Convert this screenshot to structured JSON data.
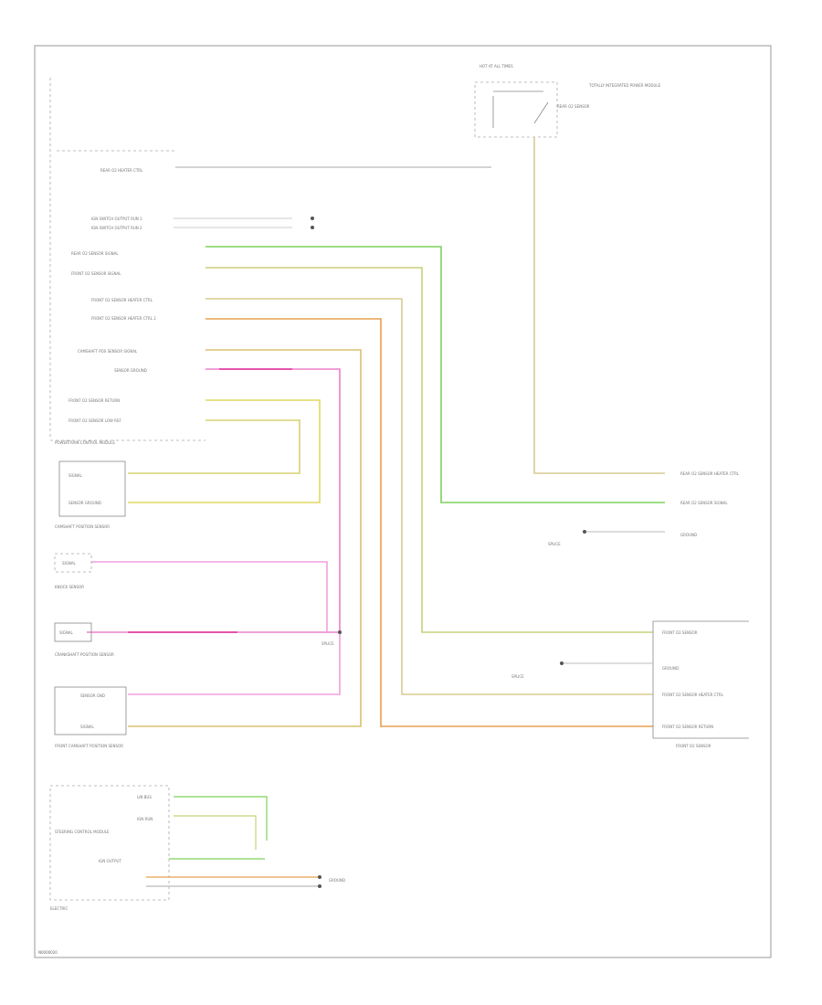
{
  "diagram": {
    "footer_code": "N0000020",
    "colors": {
      "green": "#7ed05a",
      "yellow_green": "#c8d07a",
      "tan": "#d8cc90",
      "orange": "#e8a050",
      "pink": "#ec80c8",
      "magenta": "#e0309a",
      "light_pink": "#f0a0e0",
      "yellow": "#e0d860",
      "grey_wire": "#bbbbbb"
    },
    "left_module": {
      "name": "POWERTRAIN CONTROL MODULE",
      "pins": [
        "REAR O2 HEATER CTRL",
        "IGN SWITCH OUTPUT RUN 1",
        "IGN SWITCH OUTPUT RUN 2",
        "REAR O2 SENSOR SIGNAL",
        "FRONT O2 SENSOR SIGNAL",
        "FRONT O2 SENSOR HEATER CTRL",
        "FRONT O2 SENSOR HEATER CTRL 2",
        "CAMSHAFT POS SENSOR SIGNAL",
        "SENSOR GROUND",
        "FRONT O2 SENSOR RETURN",
        "FRONT O2 SENSOR LOW REF"
      ]
    },
    "top_relay": {
      "name": "HOT AT ALL TIMES",
      "side_label": "TOTALLY INTEGRATED POWER MODULE",
      "label_under": "REAR O2 SENSOR"
    },
    "right_connectors": [
      {
        "label": "REAR O2 SENSOR HEATER CTRL"
      },
      {
        "label": "REAR O2 SENSOR SIGNAL"
      },
      {
        "label": "GROUND"
      }
    ],
    "right_module": {
      "name": "FRONT O2 SENSOR",
      "pins": [
        "FRONT O2 SENSOR",
        "GROUND",
        "FRONT O2 SENSOR HEATER CTRL",
        "FRONT O2 SENSOR RETURN"
      ]
    },
    "left_components": [
      {
        "name": "CAMSHAFT POSITION SENSOR",
        "pins": [
          "SIGNAL",
          "SENSOR GROUND"
        ]
      },
      {
        "name": "KNOCK SENSOR",
        "pins": [
          "SIGNAL"
        ]
      },
      {
        "name": "CRANKSHAFT POSITION SENSOR",
        "pins": [
          "SIGNAL"
        ]
      },
      {
        "name": "FRONT CAMSHAFT POSITION SENSOR",
        "pins": [
          "SENSOR GND",
          "SIGNAL"
        ]
      },
      {
        "name": "STEERING CONTROL MODULE",
        "pins": [
          "LIN BUS",
          "IGN RUN"
        ]
      }
    ],
    "splice_labels": [
      "SPLICE",
      "SPLICE",
      "SPLICE"
    ],
    "bottom_notes": [
      "IGN OUTPUT",
      "GROUND",
      "ELECTRIC"
    ]
  }
}
